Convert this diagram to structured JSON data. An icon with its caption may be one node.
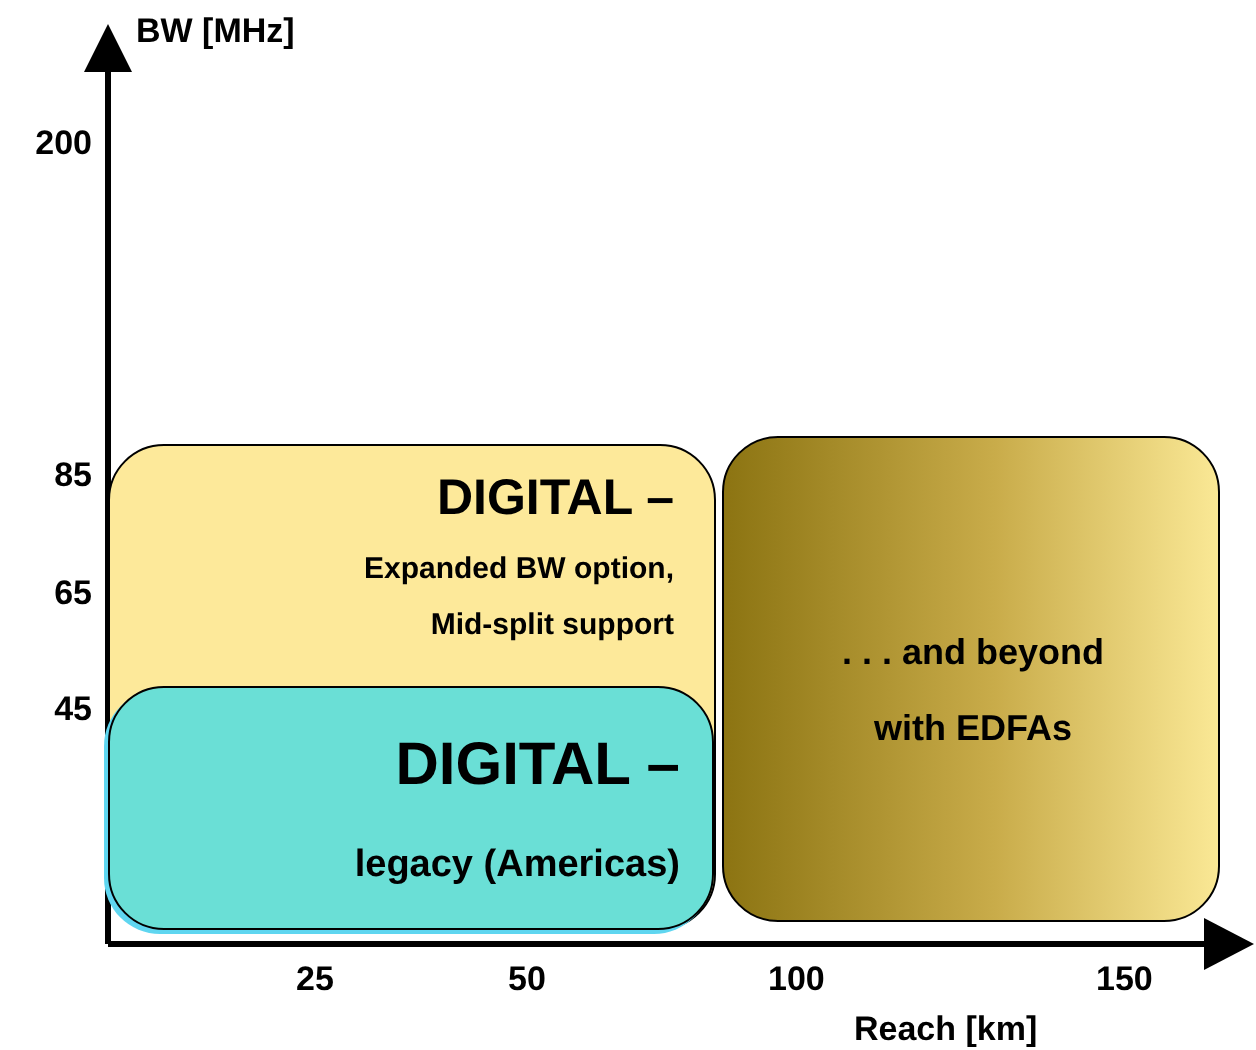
{
  "diagram": {
    "nodes": [
      {
        "text": [
          "DIGITAL –",
          "Expanded BW option, Mid-split support"
        ]
      },
      {
        "text": [
          "DIGITAL –",
          "legacy (Americas)"
        ],
        "in": 0
      },
      {
        "text": [
          ". . . and beyond with EDFAs"
        ]
      }
    ],
    "labels": [
      "BW [MHz]",
      "200",
      "85",
      "65",
      "45",
      "25",
      "50",
      "100",
      "150",
      "Reach [km]"
    ]
  }
}
